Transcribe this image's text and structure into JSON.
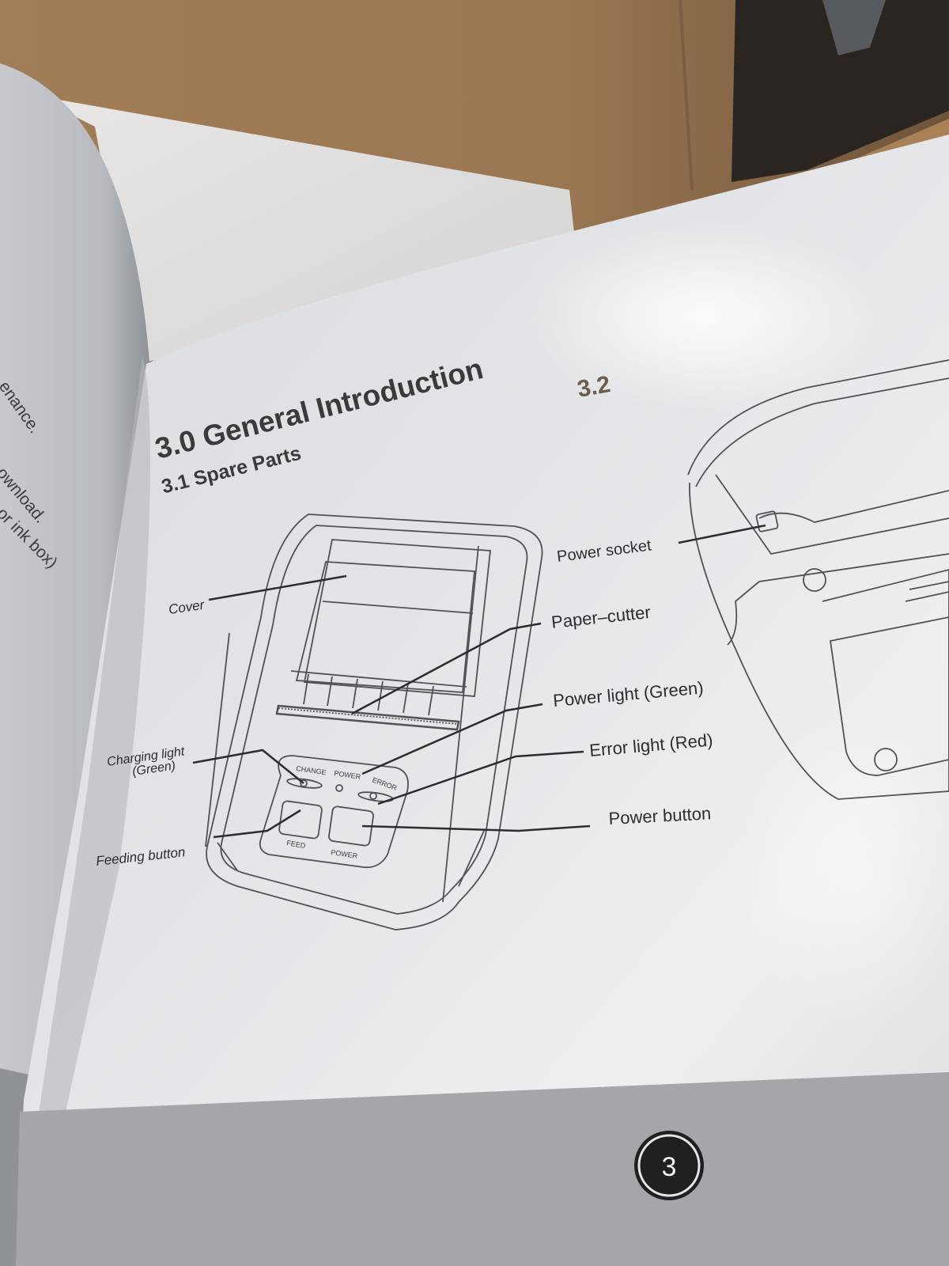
{
  "left_page": {
    "fragments": [
      "enance.",
      "ownload.",
      "or ink box)"
    ]
  },
  "right_page": {
    "heading": "3.0 General Introduction",
    "subheading": "3.1 Spare Parts",
    "next_section": "3.2",
    "page_number": "3"
  },
  "printer_panel": {
    "light_labels": [
      "CHANGE",
      "POWER",
      "ERROR"
    ],
    "button_labels": [
      "FEED",
      "POWER"
    ]
  },
  "callouts": {
    "cover": "Cover",
    "charging_light_1": "Charging light",
    "charging_light_2": "(Green)",
    "feeding_button": "Feeding button",
    "power_socket": "Power socket",
    "paper_cutter": "Paper–cutter",
    "power_light": "Power light (Green)",
    "error_light": "Error light (Red)",
    "power_button": "Power button"
  }
}
